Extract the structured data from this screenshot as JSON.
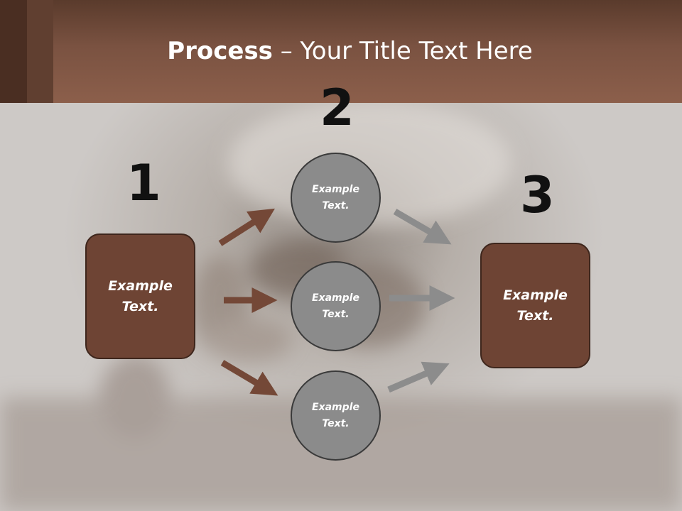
{
  "slide": {
    "title_bold": "Process",
    "title_rest": " – Your Title Text Here"
  },
  "steps": {
    "one": "1",
    "two": "2",
    "three": "3"
  },
  "boxes": {
    "left": [
      "Example",
      "Text."
    ],
    "right": [
      "Example",
      "Text."
    ]
  },
  "circles": [
    [
      "Example",
      "Text."
    ],
    [
      "Example",
      "Text."
    ],
    [
      "Example",
      "Text."
    ]
  ],
  "colors": {
    "header": "#8c5f4b",
    "box_fill": "#6e4434",
    "circle_fill": "#8b8b8b",
    "arrow_brown": "#744837",
    "arrow_gray": "#8c8c8c"
  }
}
